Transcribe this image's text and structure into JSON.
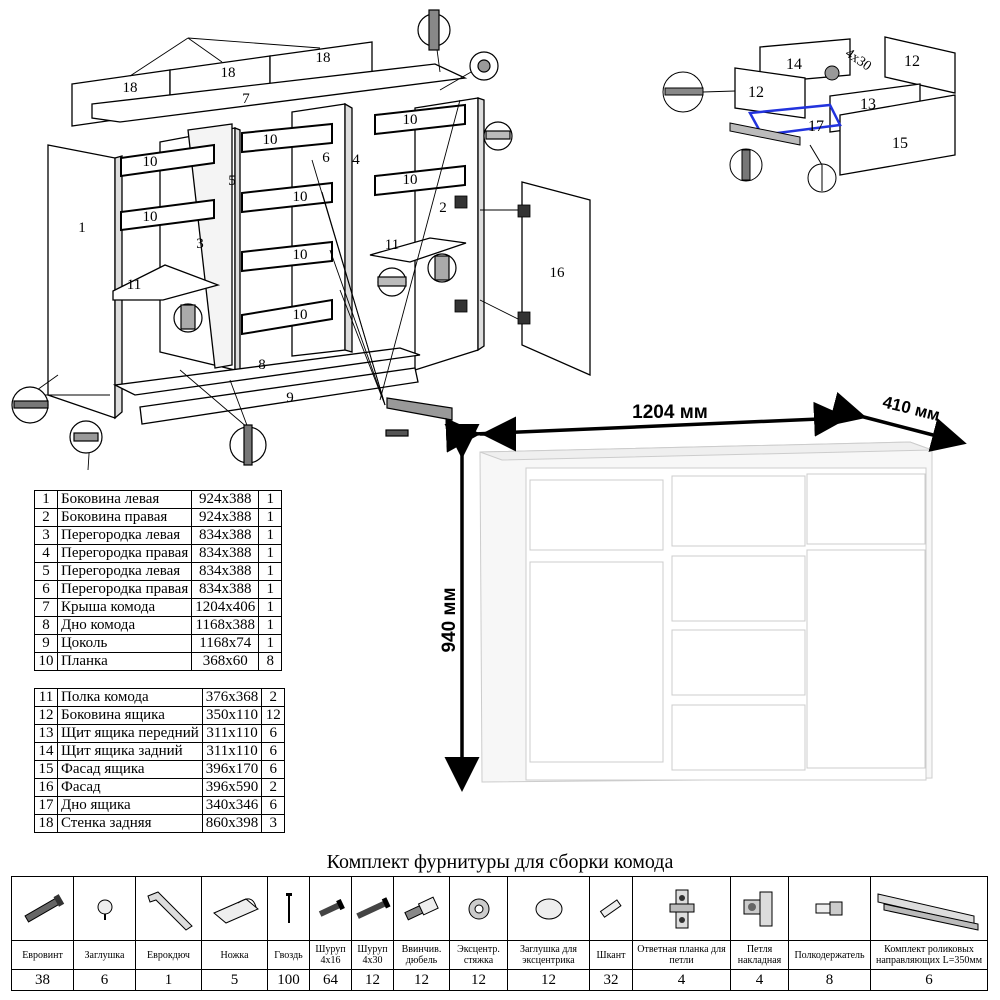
{
  "exploded": {
    "part_labels": [
      "18",
      "18",
      "18",
      "7",
      "1",
      "3",
      "2",
      "4",
      "5",
      "6",
      "10",
      "10",
      "10",
      "10",
      "10",
      "10",
      "10",
      "10",
      "11",
      "11",
      "8",
      "9",
      "16"
    ]
  },
  "drawer": {
    "part_labels": [
      "14",
      "12",
      "12",
      "13",
      "17",
      "15"
    ],
    "screw_label": "4x30"
  },
  "dimensions": {
    "width": "1204 мм",
    "depth": "410 мм",
    "height": "940 мм"
  },
  "parts_table": {
    "rows": [
      {
        "num": "1",
        "name": "Боковина левая",
        "size": "924x388",
        "qty": "1"
      },
      {
        "num": "2",
        "name": "Боковина правая",
        "size": "924x388",
        "qty": "1"
      },
      {
        "num": "3",
        "name": "Перегородка левая",
        "size": "834x388",
        "qty": "1"
      },
      {
        "num": "4",
        "name": "Перегородка правая",
        "size": "834x388",
        "qty": "1"
      },
      {
        "num": "5",
        "name": "Перегородка левая",
        "size": "834x388",
        "qty": "1"
      },
      {
        "num": "6",
        "name": "Перегородка правая",
        "size": "834x388",
        "qty": "1"
      },
      {
        "num": "7",
        "name": "Крыша комода",
        "size": "1204x406",
        "qty": "1"
      },
      {
        "num": "8",
        "name": "Дно комода",
        "size": "1168x388",
        "qty": "1"
      },
      {
        "num": "9",
        "name": "Цоколь",
        "size": "1168x74",
        "qty": "1"
      },
      {
        "num": "10",
        "name": "Планка",
        "size": "368x60",
        "qty": "8"
      },
      {
        "num": "11",
        "name": "Полка комода",
        "size": "376x368",
        "qty": "2"
      },
      {
        "num": "12",
        "name": "Боковина ящика",
        "size": "350x110",
        "qty": "12"
      },
      {
        "num": "13",
        "name": "Щит ящика передний",
        "size": "311x110",
        "qty": "6"
      },
      {
        "num": "14",
        "name": "Щит ящика задний",
        "size": "311x110",
        "qty": "6"
      },
      {
        "num": "15",
        "name": "Фасад ящика",
        "size": "396x170",
        "qty": "6"
      },
      {
        "num": "16",
        "name": "Фасад",
        "size": "396x590",
        "qty": "2"
      },
      {
        "num": "17",
        "name": "Дно ящика",
        "size": "340x346",
        "qty": "6"
      },
      {
        "num": "18",
        "name": "Стенка задняя",
        "size": "860x398",
        "qty": "3"
      }
    ]
  },
  "hardware": {
    "title": "Комплект фурнитуры для сборки комода",
    "items": [
      {
        "label": "Евровинт",
        "qty": "38",
        "icon": "eurovint-icon"
      },
      {
        "label": "Заглушка",
        "qty": "6",
        "icon": "cap-icon"
      },
      {
        "label": "Еврокдюч",
        "qty": "1",
        "icon": "hex-key-icon"
      },
      {
        "label": "Ножка",
        "qty": "5",
        "icon": "foot-icon"
      },
      {
        "label": "Гвоздь",
        "qty": "100",
        "icon": "nail-icon"
      },
      {
        "label": "Шуруп 4x16",
        "qty": "64",
        "icon": "screw-short-icon"
      },
      {
        "label": "Шуруп 4x30",
        "qty": "12",
        "icon": "screw-long-icon"
      },
      {
        "label": "Ввинчив. дюбель",
        "qty": "12",
        "icon": "dowel-screw-icon"
      },
      {
        "label": "Эксцентр. стяжка",
        "qty": "12",
        "icon": "cam-lock-icon"
      },
      {
        "label": "Заглушка для эксцентрика",
        "qty": "12",
        "icon": "cam-cap-icon"
      },
      {
        "label": "Шкант",
        "qty": "32",
        "icon": "wood-dowel-icon"
      },
      {
        "label": "Ответная планка для петли",
        "qty": "4",
        "icon": "hinge-plate-icon"
      },
      {
        "label": "Петля накладная",
        "qty": "4",
        "icon": "hinge-icon"
      },
      {
        "label": "Полкодержатель",
        "qty": "8",
        "icon": "shelf-pin-icon"
      },
      {
        "label": "Комплект роликовых направляющих L=350мм",
        "qty": "6",
        "icon": "drawer-slide-icon"
      }
    ]
  }
}
